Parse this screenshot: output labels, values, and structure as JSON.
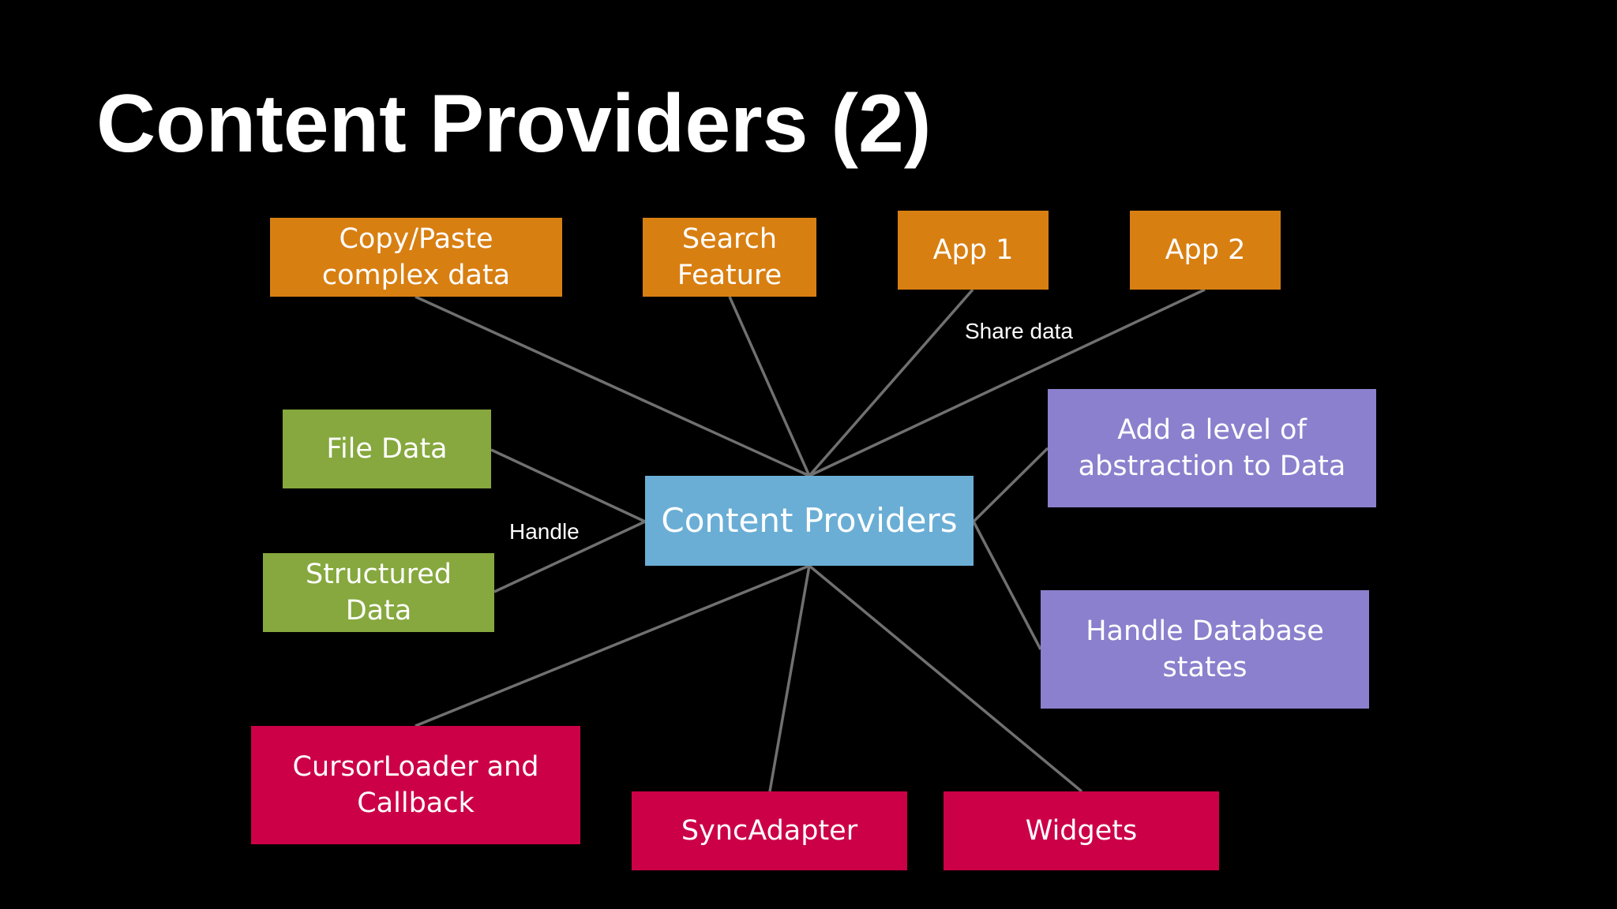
{
  "slide": {
    "title": "Content Providers (2)"
  },
  "diagram": {
    "center": "Content Providers",
    "top_nodes": {
      "copy_paste": "Copy/Paste\ncomplex data",
      "search": "Search\nFeature",
      "app1": "App 1",
      "app2": "App 2"
    },
    "left_nodes": {
      "file_data": "File Data",
      "structured_data": "Structured\nData"
    },
    "right_nodes": {
      "abstraction": "Add a level of\nabstraction to Data",
      "db_states": "Handle Database\nstates"
    },
    "bottom_nodes": {
      "cursorloader": "CursorLoader and\nCallback",
      "syncadapter": "SyncAdapter",
      "widgets": "Widgets"
    },
    "edge_labels": {
      "share_data": "Share data",
      "handle": "Handle"
    },
    "colors": {
      "background": "#000000",
      "orange": "#d87f12",
      "green": "#86a83e",
      "blue": "#6aaed5",
      "purple": "#8b80cd",
      "red": "#cc0047",
      "connector": "#707070"
    }
  }
}
